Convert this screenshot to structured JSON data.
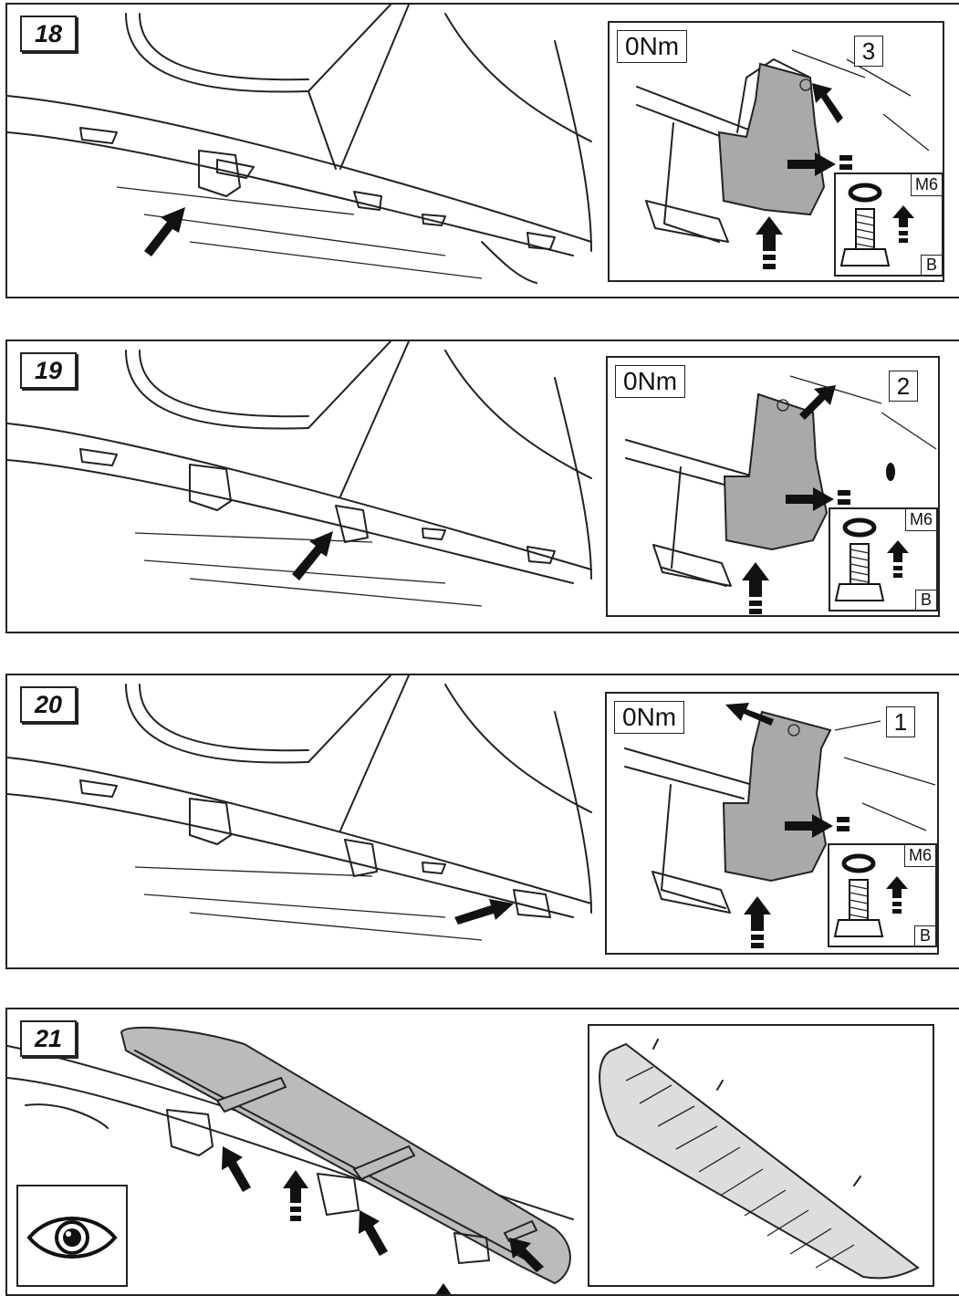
{
  "steps": [
    {
      "number": "18",
      "torque": "0Nm",
      "callout": "3",
      "bolt_size": "M6",
      "bolt_code": "B"
    },
    {
      "number": "19",
      "torque": "0Nm",
      "callout": "2",
      "bolt_size": "M6",
      "bolt_code": "B"
    },
    {
      "number": "20",
      "torque": "0Nm",
      "callout": "1",
      "bolt_size": "M6",
      "bolt_code": "B"
    },
    {
      "number": "21"
    }
  ],
  "icons": [
    "arrow-icon",
    "eye-icon",
    "washer-icon",
    "bolt-icon"
  ]
}
